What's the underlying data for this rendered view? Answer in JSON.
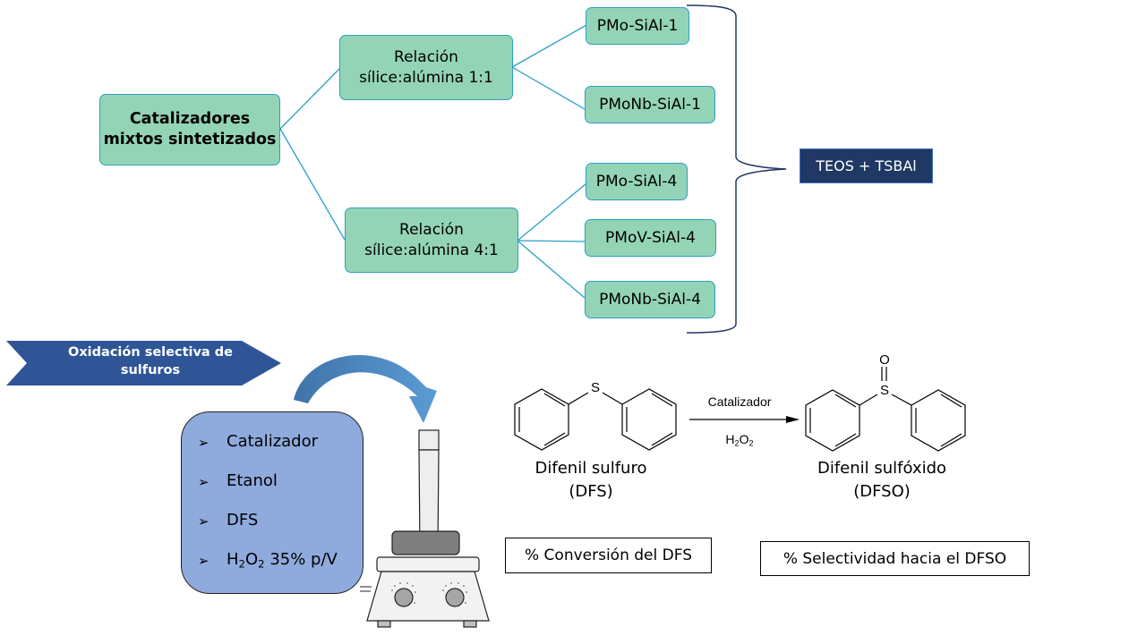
{
  "tree": {
    "root": {
      "line1": "Catalizadores",
      "line2": "mixtos sintetizados"
    },
    "groups": [
      {
        "line1": "Relación",
        "line2": "sílice:alúmina 1:1",
        "catalysts": [
          "PMo-SiAl-1",
          "PMoNb-SiAl-1"
        ]
      },
      {
        "line1": "Relación",
        "line2": "sílice:alúmina 4:1",
        "catalysts": [
          "PMo-SiAl-4",
          "PMoV-SiAl-4",
          "PMoNb-SiAl-4"
        ]
      }
    ],
    "precursors": "TEOS + TSBAl"
  },
  "banner": {
    "line1": "Oxidación selectiva de",
    "line2": "sulfuros"
  },
  "reagents": {
    "bullet_glyph": "➢",
    "items": [
      {
        "text": "Catalizador"
      },
      {
        "text": "Etanol"
      },
      {
        "text": "DFS"
      },
      {
        "h2o2_main": "H",
        "h2o2_sub1": "2",
        "h2o2_mid": "O",
        "h2o2_sub2": "2",
        "text": " 35% p/V"
      }
    ]
  },
  "reaction": {
    "reactant_name": "Difenil sulfuro",
    "reactant_abbr": "(DFS)",
    "product_name": "Difenil sulfóxido",
    "product_abbr": "(DFSO)",
    "arrow_top": "Catalizador",
    "arrow_bottom_main": "H",
    "arrow_bottom_sub1": "2",
    "arrow_bottom_mid": "O",
    "arrow_bottom_sub2": "2",
    "atom_s": "S",
    "atom_o": "O"
  },
  "metrics": {
    "conversion": "% Conversión del DFS",
    "selectivity": "% Selectividad hacia el DFSO"
  },
  "colors": {
    "node_fill": "#94d4b6",
    "node_border": "#2a9fc7",
    "connector": "#2a9fc7",
    "precursor_fill": "#1f3864",
    "banner_fill": "#2f5597",
    "reagent_fill": "#8faadc",
    "curved_arrow": "#4a86c5"
  }
}
